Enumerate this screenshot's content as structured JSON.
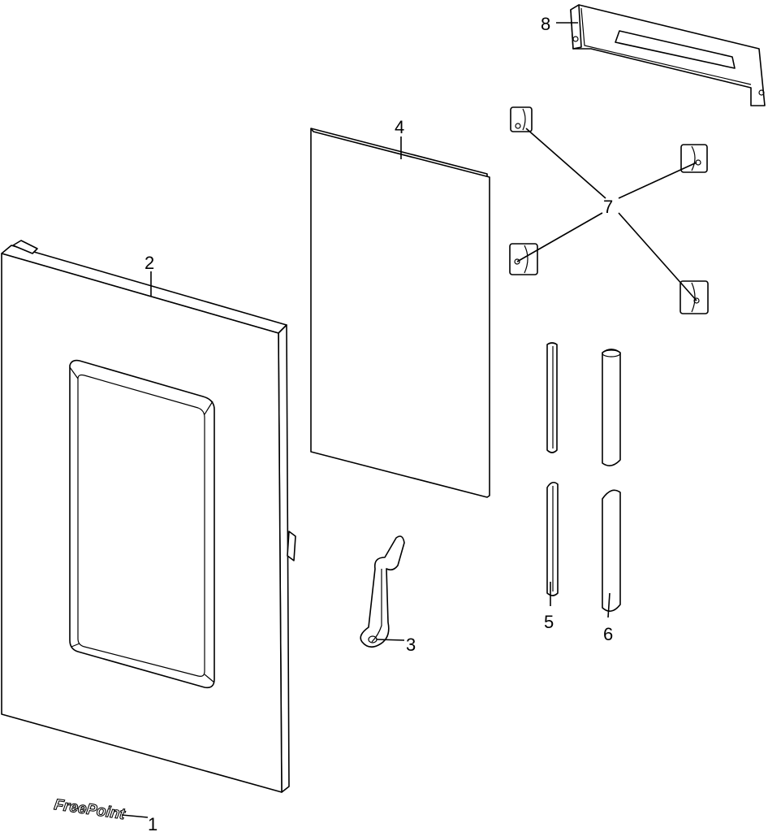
{
  "diagram": {
    "logo_text": "FreePoint",
    "callouts": {
      "door": "1",
      "frame": "2",
      "hinge": "3",
      "glass": "4",
      "rod_small": "5",
      "rod_large": "6",
      "clips": "7",
      "top_bracket": "8"
    }
  }
}
